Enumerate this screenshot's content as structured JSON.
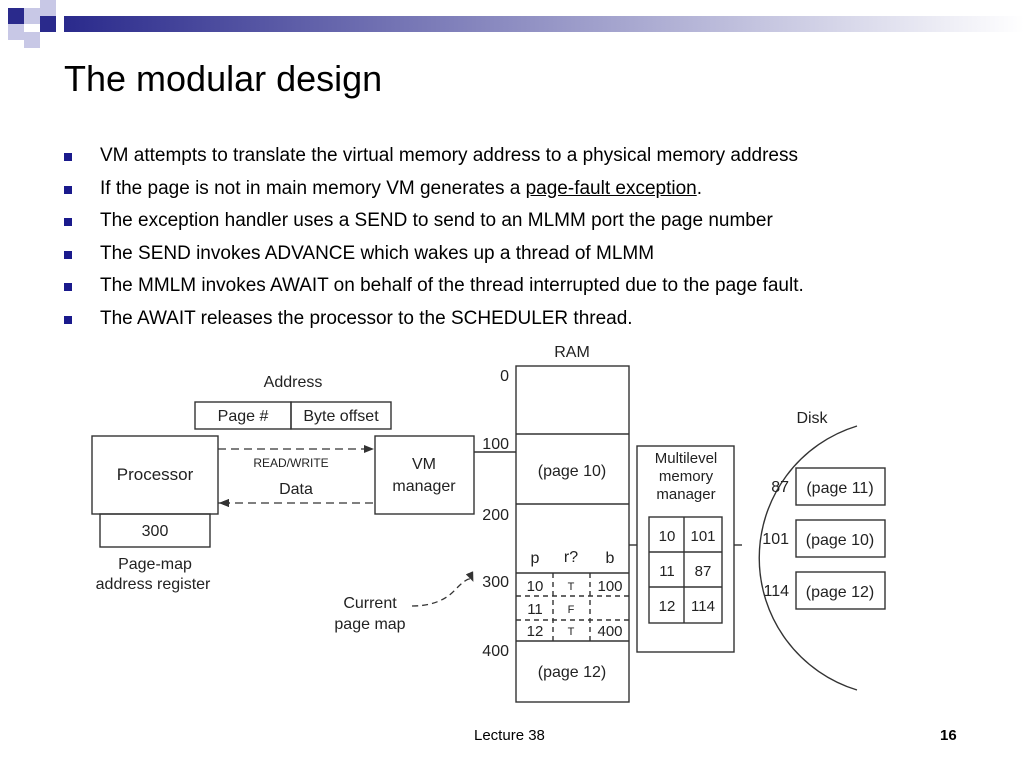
{
  "slide": {
    "title": "The modular design",
    "bullets": [
      {
        "text": "VM attempts to translate the virtual memory address to a physical memory address"
      },
      {
        "pre": "If the page is not in main memory VM generates a ",
        "link": "page-fault exception",
        "post": "."
      },
      {
        "text": "The exception handler  uses a SEND to send to an MLMM port  the page number"
      },
      {
        "text": "The SEND invokes ADVANCE which wakes up a thread of MLMM"
      },
      {
        "text": "The MMLM invokes AWAIT on behalf of the thread interrupted due to the page fault."
      },
      {
        "text": "The AWAIT releases the processor to the SCHEDULER thread."
      }
    ],
    "footer": "Lecture 38",
    "page_number": "16",
    "colors": {
      "bullet": "#1a1a8c",
      "header_band": "#2a2a8c"
    }
  },
  "diagram": {
    "address_label": "Address",
    "page_field": "Page #",
    "offset_field": "Byte offset",
    "processor": "Processor",
    "read_write": "READ/WRITE",
    "data_label": "Data",
    "vm_manager": [
      "VM",
      "manager"
    ],
    "register_value": "300",
    "register_label": [
      "Page-map",
      "address register"
    ],
    "current_page_map": [
      "Current",
      "page map"
    ],
    "ram_label": "RAM",
    "ram_addresses": [
      "0",
      "100",
      "200",
      "300",
      "400"
    ],
    "ram_page_a": "(page 10)",
    "ram_page_b": "(page 12)",
    "page_map_headers": [
      "p",
      "r?",
      "b"
    ],
    "page_map_rows": [
      [
        "10",
        "T",
        "100"
      ],
      [
        "11",
        "F",
        ""
      ],
      [
        "12",
        "T",
        "400"
      ]
    ],
    "mlmm": [
      "Multilevel",
      "memory",
      "manager"
    ],
    "mlmm_rows": [
      [
        "10",
        "101"
      ],
      [
        "11",
        "87"
      ],
      [
        "12",
        "114"
      ]
    ],
    "disk_label": "Disk",
    "disk_blocks": [
      {
        "addr": "87",
        "page": "(page 11)"
      },
      {
        "addr": "101",
        "page": "(page 10)"
      },
      {
        "addr": "114",
        "page": "(page 12)"
      }
    ]
  }
}
